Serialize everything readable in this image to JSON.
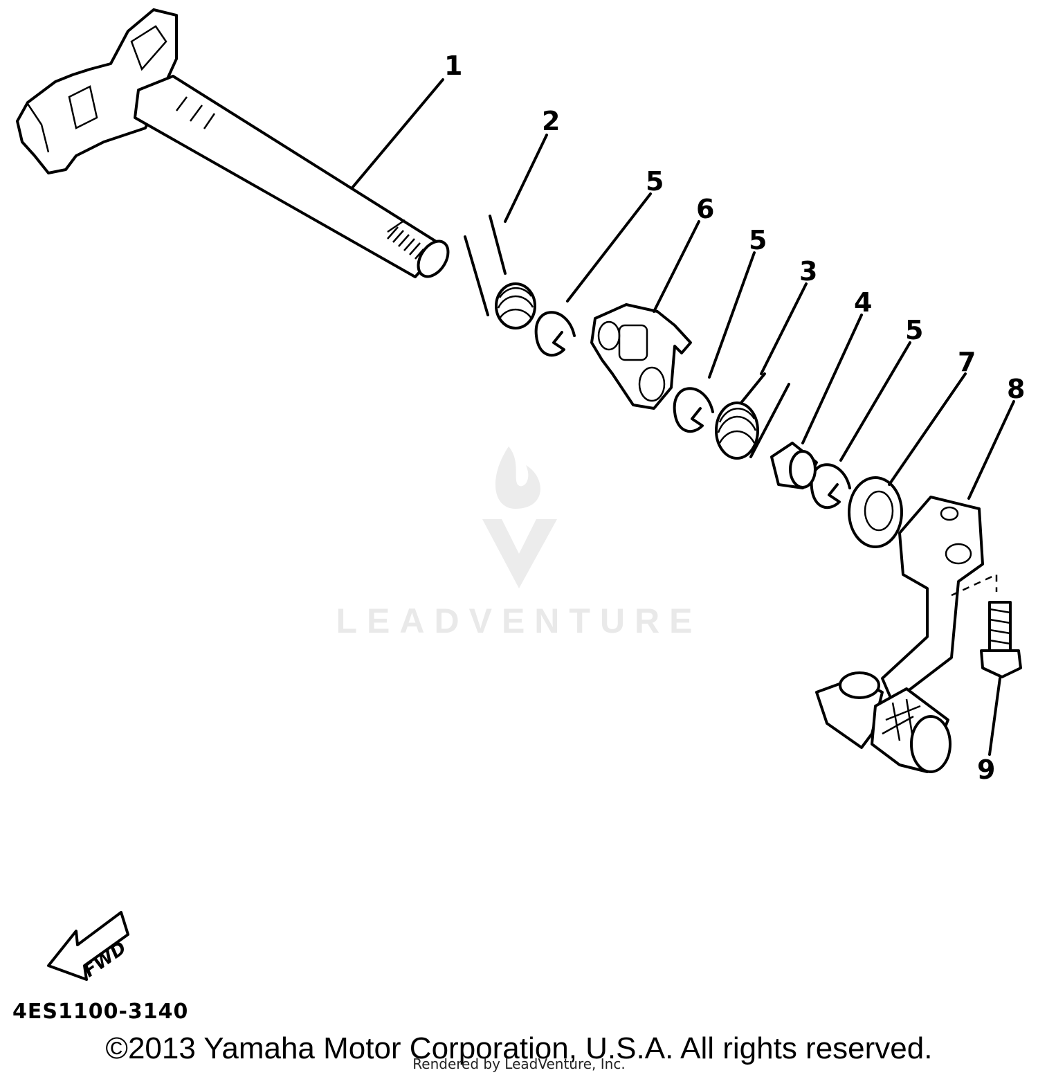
{
  "diagram": {
    "callouts": [
      "1",
      "2",
      "5",
      "6",
      "5",
      "3",
      "4",
      "5",
      "7",
      "8",
      "9"
    ],
    "fwd_label": "FWD",
    "code": "4ES1100-3140"
  },
  "watermark": {
    "text": "LEADVENTURE"
  },
  "footer": {
    "copyright": "©2013 Yamaha Motor Corporation, U.S.A. All rights reserved.",
    "rendered_by": "Rendered by LeadVenture, Inc."
  },
  "colors": {
    "ink": "#000000",
    "watermark": "#e9e9e9",
    "background": "#ffffff"
  }
}
